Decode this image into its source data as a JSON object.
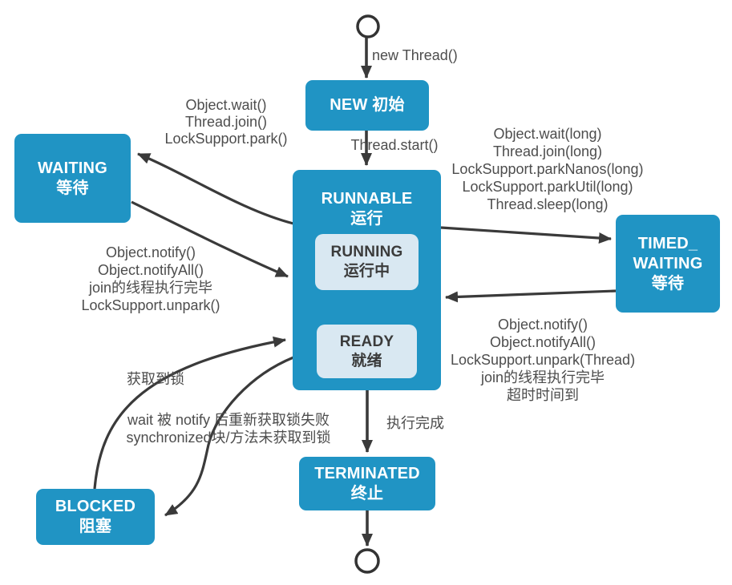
{
  "nodes": {
    "new": {
      "label": "NEW 初始"
    },
    "runnable": {
      "line1": "RUNNABLE",
      "line2": "运行"
    },
    "running": {
      "line1": "RUNNING",
      "line2": "运行中"
    },
    "ready": {
      "line1": "READY",
      "line2": "就绪"
    },
    "waiting": {
      "line1": "WAITING",
      "line2": "等待"
    },
    "timed_waiting": {
      "line1": "TIMED_",
      "line2": "WAITING",
      "line3": "等待"
    },
    "blocked": {
      "line1": "BLOCKED",
      "line2": "阻塞"
    },
    "terminated": {
      "line1": "TERMINATED",
      "line2": "终止"
    }
  },
  "edges": {
    "new_thread": "new Thread()",
    "thread_start": "Thread.start()",
    "runnable_to_waiting": [
      "Object.wait()",
      "Thread.join()",
      "LockSupport.park()"
    ],
    "waiting_to_runnable": [
      "Object.notify()",
      "Object.notifyAll()",
      "join的线程执行完毕",
      "LockSupport.unpark()"
    ],
    "runnable_to_timed_waiting": [
      "Object.wait(long)",
      "Thread.join(long)",
      "LockSupport.parkNanos(long)",
      "LockSupport.parkUtil(long)",
      "Thread.sleep(long)"
    ],
    "timed_waiting_to_runnable": [
      "Object.notify()",
      "Object.notifyAll()",
      "LockSupport.unpark(Thread)",
      "join的线程执行完毕",
      "超时时间到"
    ],
    "blocked_to_runnable": "获取到锁",
    "runnable_to_blocked": [
      "wait 被 notify 后重新获取锁失败",
      "synchronized块/方法未获取到锁"
    ],
    "runnable_to_terminated": "执行完成"
  },
  "colors": {
    "state_fill": "#2094c4",
    "substate_fill": "#d9e8f2",
    "state_text": "#ffffff",
    "substate_text": "#3b3b3b",
    "arrow": "#3a3a3a",
    "label_text": "#4d4d4d",
    "yellow_arrow": "#f6ee6c",
    "background": "#ffffff"
  }
}
